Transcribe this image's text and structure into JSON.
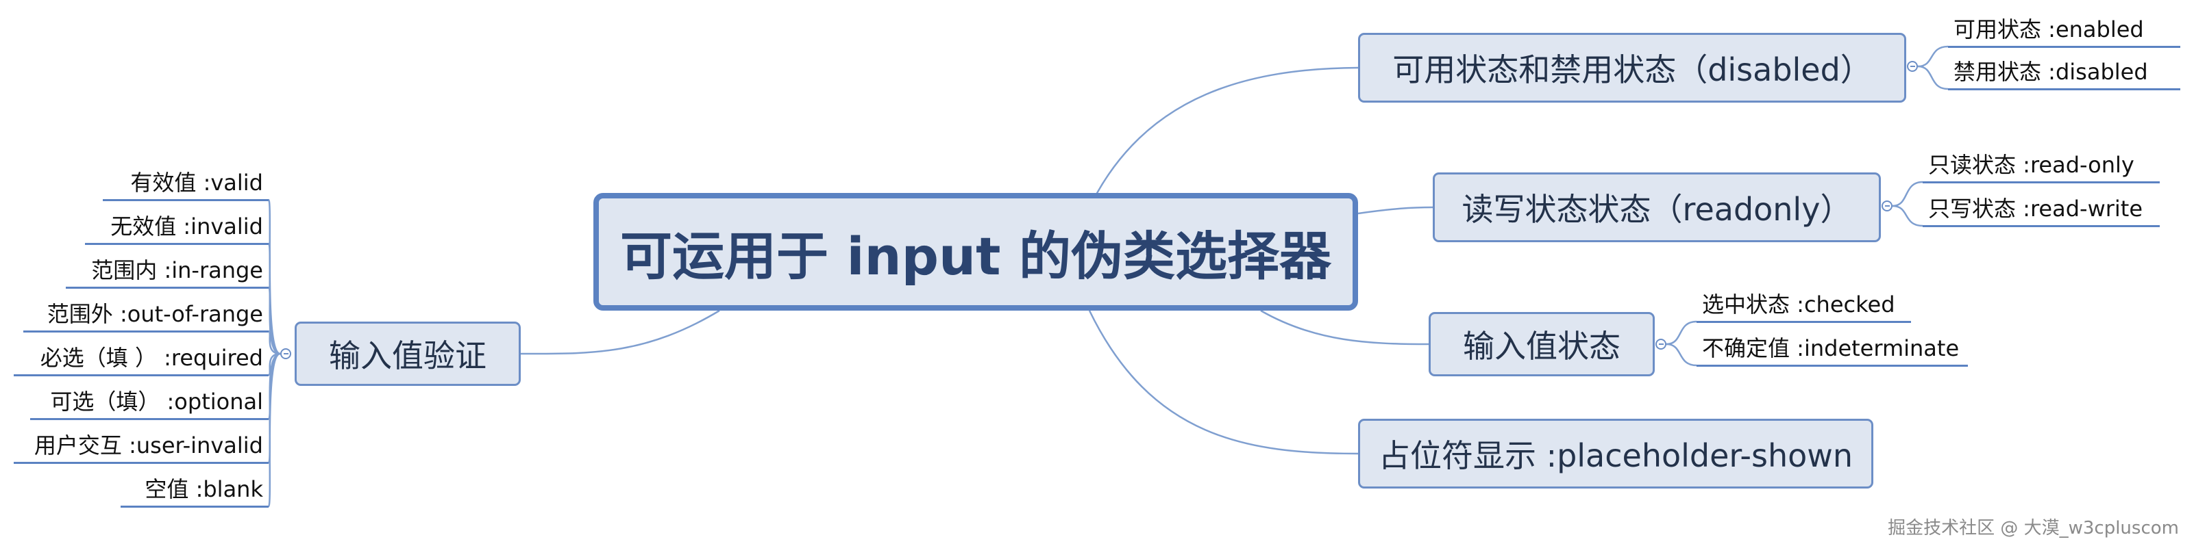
{
  "root": {
    "title": "可运用于 input 的伪类选择器"
  },
  "branches": [
    {
      "label": "可用状态和禁用状态（disabled）",
      "children": [
        "可用状态 :enabled",
        "禁用状态 :disabled"
      ]
    },
    {
      "label": "读写状态状态（readonly）",
      "children": [
        "只读状态 :read-only",
        "只写状态 :read-write"
      ]
    },
    {
      "label": "输入值状态",
      "children": [
        "选中状态 :checked",
        "不确定值 :indeterminate"
      ]
    },
    {
      "label": "占位符显示 :placeholder-shown",
      "children": []
    },
    {
      "label": "输入值验证",
      "children": [
        "有效值 :valid",
        "无效值 :invalid",
        "范围内 :in-range",
        "范围外 :out-of-range",
        "必选（填 ） :required",
        "可选（填） :optional",
        "用户交互 :user-invalid",
        "空值 :blank"
      ]
    }
  ],
  "watermark": "掘金技术社区 @ 大漠_w3cpluscom",
  "colors": {
    "node_fill": "#dfe6f1",
    "node_border": "#6c8ec6",
    "root_border": "#5b82c2",
    "connector": "#7f9fd0",
    "text": "#23324a"
  }
}
